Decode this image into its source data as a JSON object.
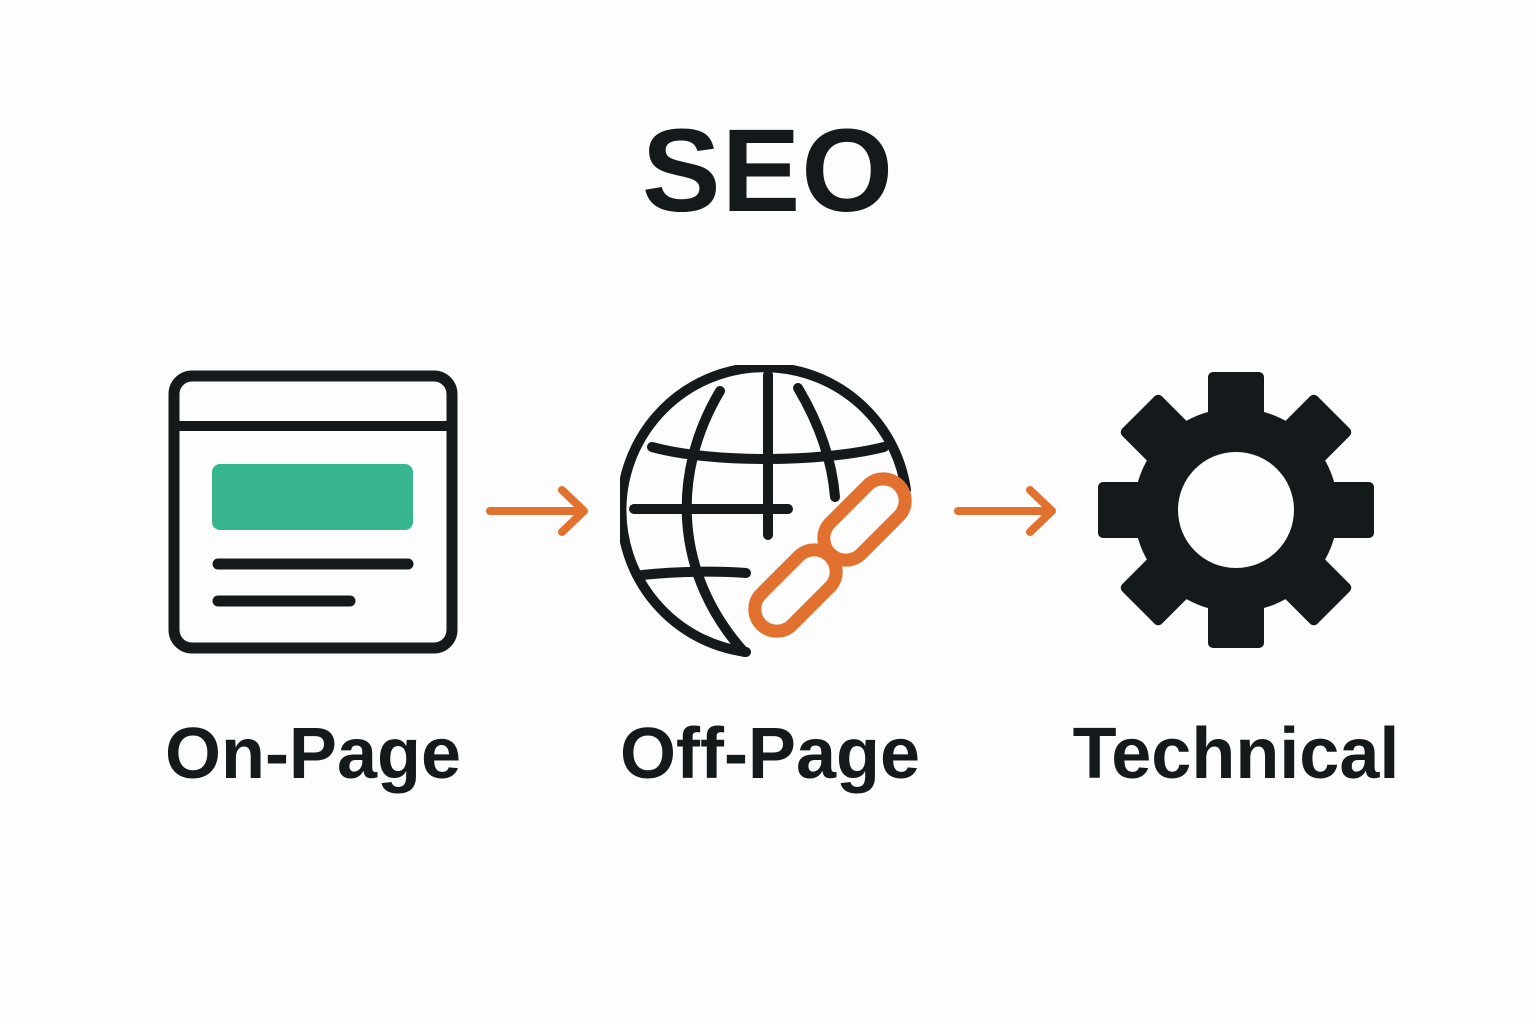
{
  "title": "SEO",
  "steps": [
    {
      "label": "On-Page",
      "icon": "browser-window-icon"
    },
    {
      "label": "Off-Page",
      "icon": "globe-link-icon"
    },
    {
      "label": "Technical",
      "icon": "gear-icon"
    }
  ],
  "colors": {
    "text": "#141a1c",
    "accent_orange": "#e2712f",
    "accent_green": "#38b68f",
    "background": "#fdfdfd"
  }
}
